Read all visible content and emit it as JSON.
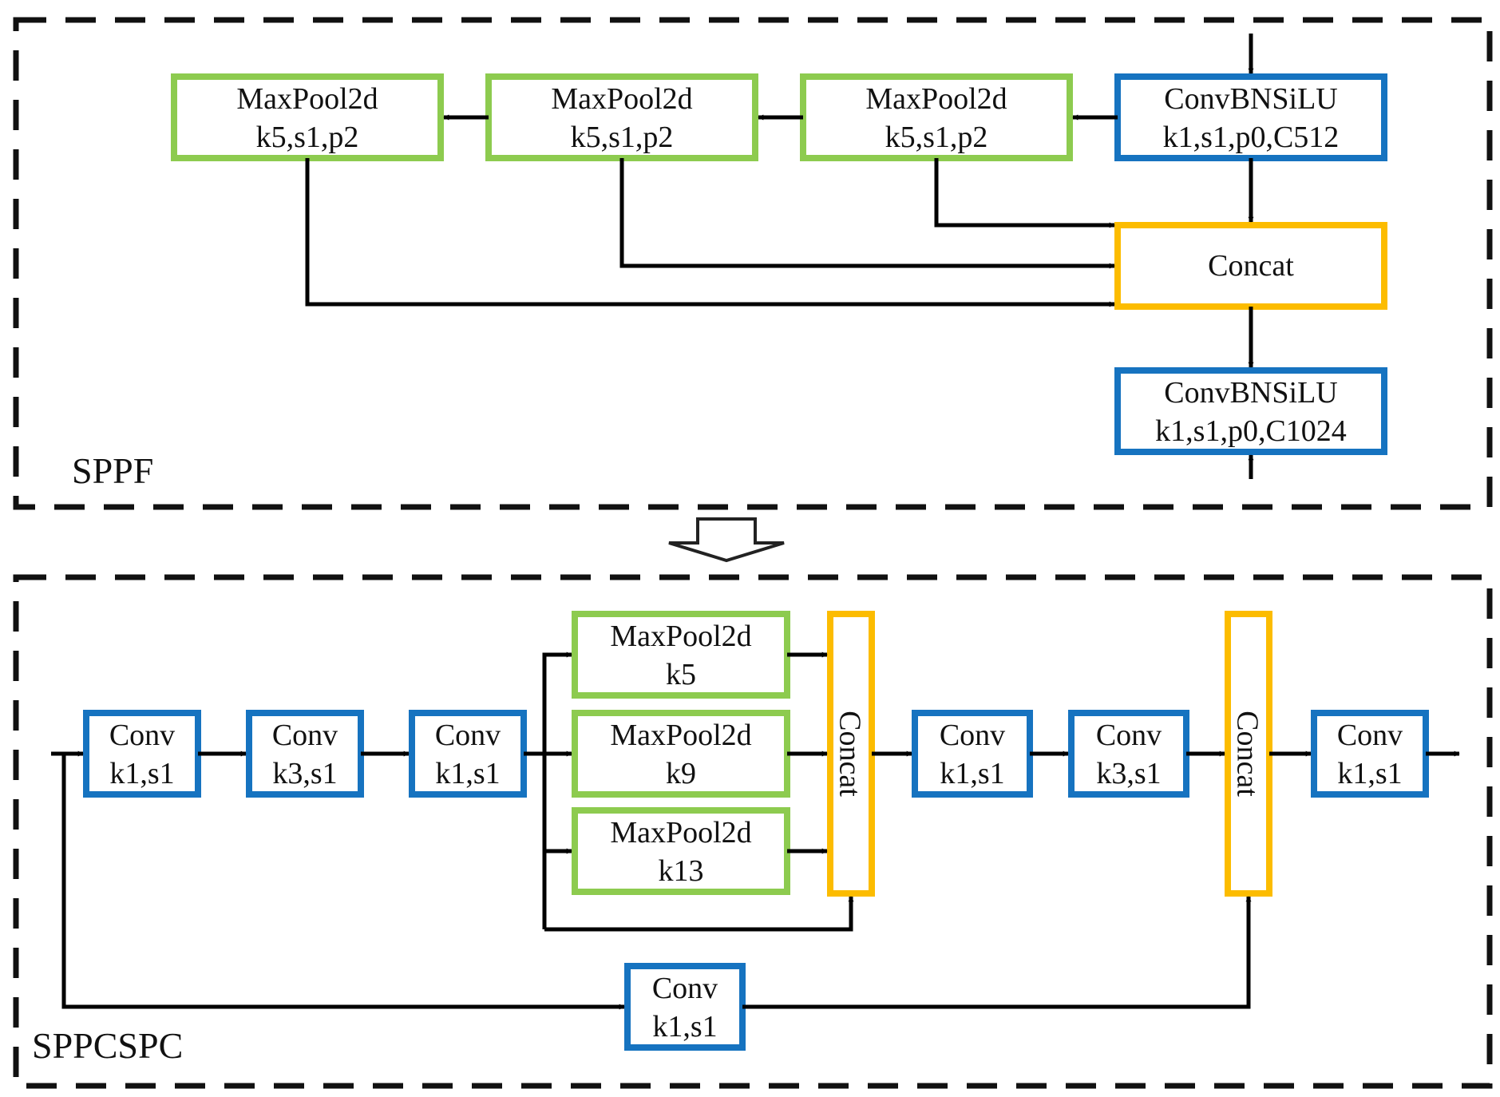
{
  "colors": {
    "pool_border": "#8dcb4f",
    "conv_border": "#1673c0",
    "concat_border": "#fcbc00",
    "line": "#000000",
    "dash": "#111111"
  },
  "sppf": {
    "label": "SPPF",
    "pool1": {
      "line1": "MaxPool2d",
      "line2": "k5,s1,p2"
    },
    "pool2": {
      "line1": "MaxPool2d",
      "line2": "k5,s1,p2"
    },
    "pool3": {
      "line1": "MaxPool2d",
      "line2": "k5,s1,p2"
    },
    "conv_in": {
      "line1": "ConvBNSiLU",
      "line2": "k1,s1,p0,C512"
    },
    "concat": {
      "label": "Concat"
    },
    "conv_out": {
      "line1": "ConvBNSiLU",
      "line2": "k1,s1,p0,C1024"
    }
  },
  "sppcspc": {
    "label": "SPPCSPC",
    "conv1": {
      "line1": "Conv",
      "line2": "k1,s1"
    },
    "conv2": {
      "line1": "Conv",
      "line2": "k3,s1"
    },
    "conv3": {
      "line1": "Conv",
      "line2": "k1,s1"
    },
    "pool_k5": {
      "line1": "MaxPool2d",
      "line2": "k5"
    },
    "pool_k9": {
      "line1": "MaxPool2d",
      "line2": "k9"
    },
    "pool_k13": {
      "line1": "MaxPool2d",
      "line2": "k13"
    },
    "concat1": {
      "label": "Concat"
    },
    "conv4": {
      "line1": "Conv",
      "line2": "k1,s1"
    },
    "conv5": {
      "line1": "Conv",
      "line2": "k3,s1"
    },
    "concat2": {
      "label": "Concat"
    },
    "conv6": {
      "line1": "Conv",
      "line2": "k1,s1"
    },
    "conv_branch": {
      "line1": "Conv",
      "line2": "k1,s1"
    }
  }
}
